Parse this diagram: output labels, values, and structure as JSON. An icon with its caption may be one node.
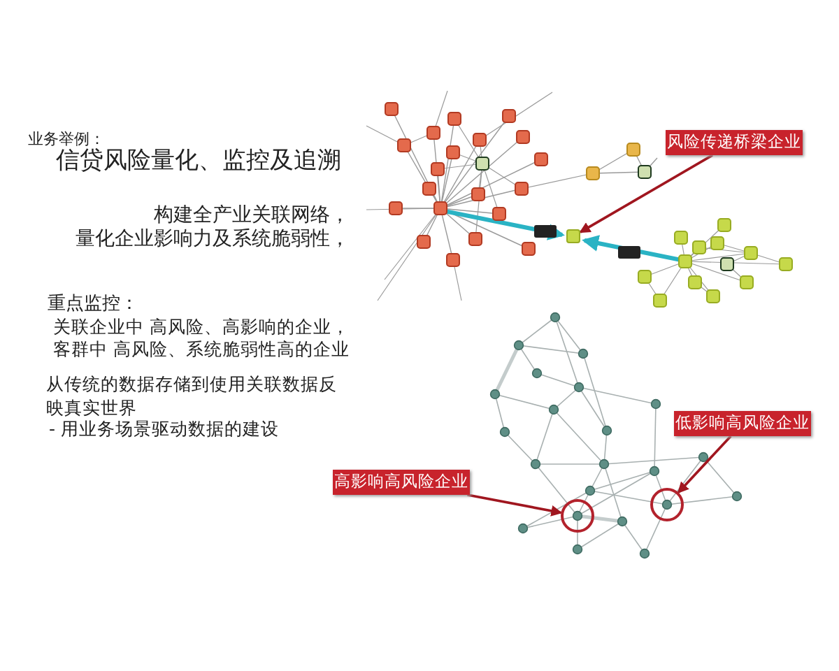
{
  "diagram": {
    "nodes": [
      {
        "text": [
          "风险传递桥梁企业"
        ]
      },
      {
        "text": [],
        "shape": "box"
      },
      {
        "text": [
          "低影响高风险企业"
        ]
      },
      {
        "text": [],
        "shape": "circle"
      },
      {
        "text": [
          "高影响高风险企业"
        ]
      },
      {
        "text": [],
        "shape": "circle"
      }
    ],
    "edges": [
      {
        "from": 0,
        "to": 1,
        "arrow": "to"
      },
      {
        "from": 2,
        "to": 5,
        "arrow": "to"
      },
      {
        "from": 4,
        "to": 3,
        "arrow": "to"
      }
    ],
    "labels": [
      "业务举例：",
      "信贷风险量化、监控及追溯",
      "构建全产业关联网络，",
      "量化企业影响力及系统脆弱性，",
      "重点监控：",
      "关联企业中 高风险、高影响的企业，",
      "客群中 高风险、系统脆弱性高的企业",
      "从传统的数据存储到使用关联数据反映真实世界",
      "- 用业务场景驱动数据的建设"
    ]
  }
}
